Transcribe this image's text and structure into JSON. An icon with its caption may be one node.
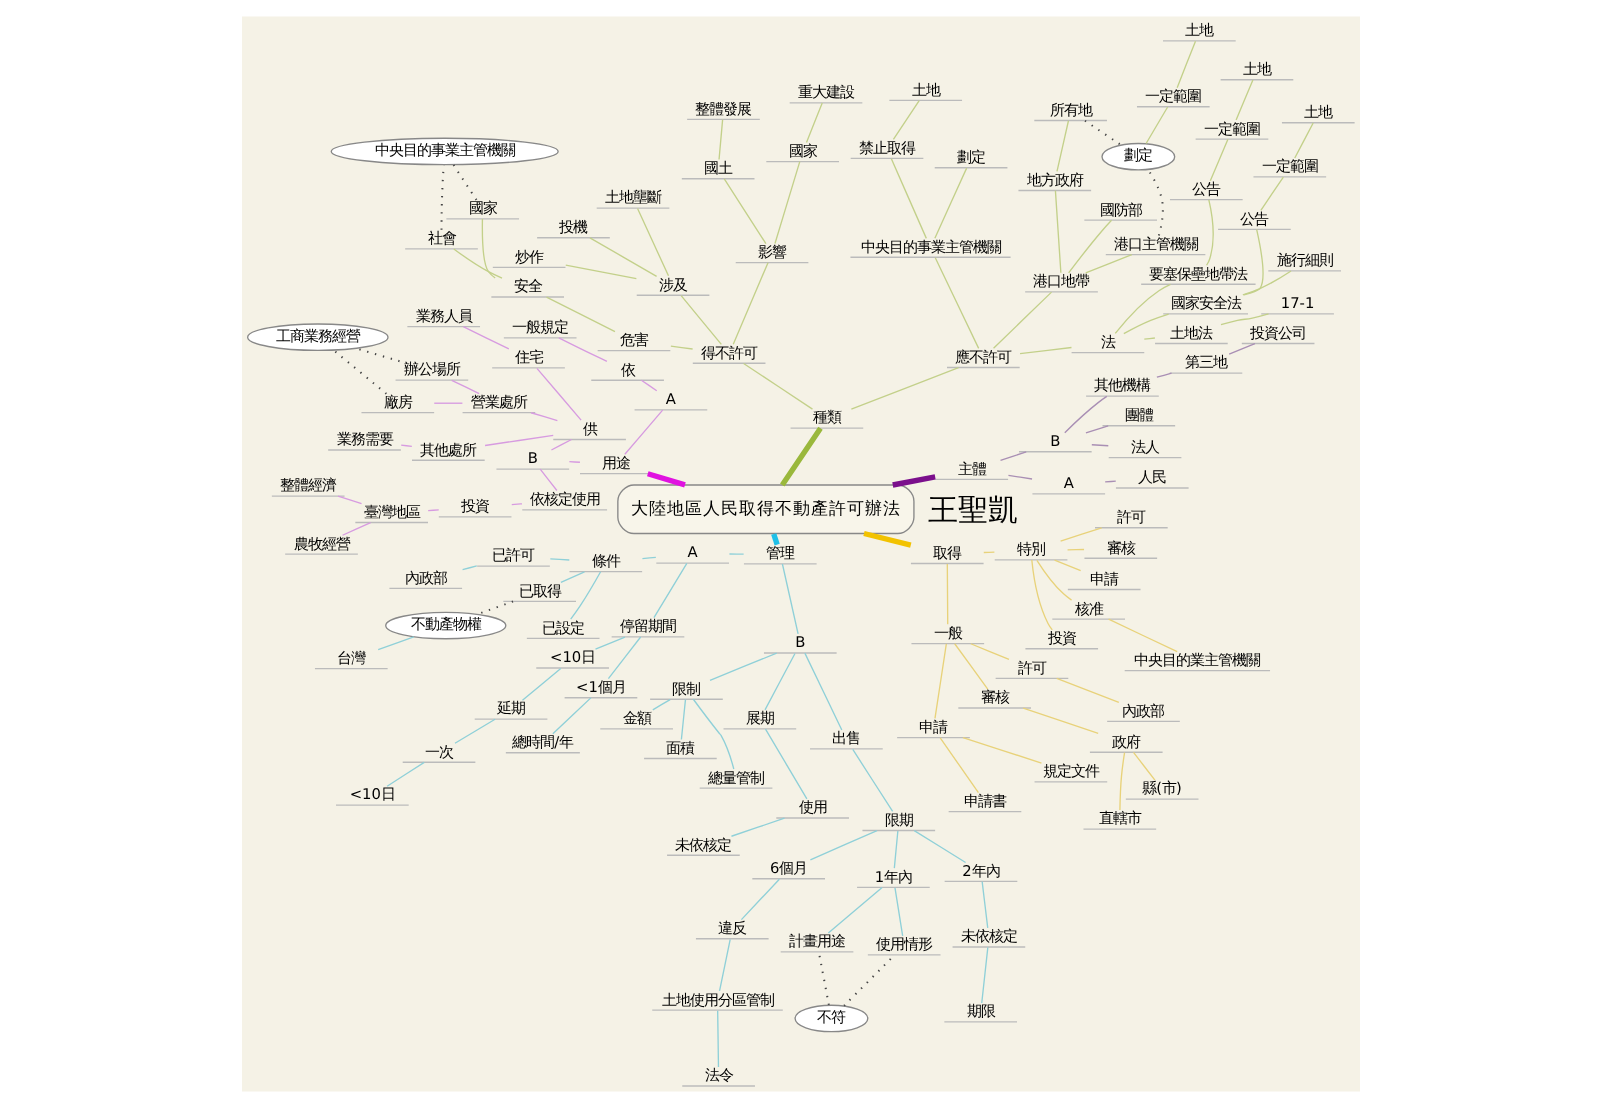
{
  "diagram": {
    "nodes": [
      {
        "text": [
          "大陸地區人民取得不動產許可辦法"
        ]
      },
      {
        "text": [
          "主體"
        ]
      },
      {
        "text": [
          "A"
        ]
      },
      {
        "text": [
          "人民"
        ]
      },
      {
        "text": [
          "B"
        ]
      },
      {
        "text": [
          "法人"
        ]
      },
      {
        "text": [
          "團體"
        ]
      },
      {
        "text": [
          "其他機構"
        ]
      },
      {
        "text": [
          "第三地"
        ]
      },
      {
        "text": [
          "投資公司"
        ]
      },
      {
        "text": [
          "種類"
        ]
      },
      {
        "text": [
          "應不許可"
        ]
      },
      {
        "text": [
          "法"
        ]
      },
      {
        "text": [
          "土地法"
        ]
      },
      {
        "text": [
          "17-1"
        ]
      },
      {
        "text": [
          "國家安全法"
        ]
      },
      {
        "text": [
          "施行細則"
        ]
      },
      {
        "text": [
          "公告"
        ]
      },
      {
        "text": [
          "一定範圍"
        ]
      },
      {
        "text": [
          "土地"
        ]
      },
      {
        "text": [
          "要塞保壘地帶法"
        ]
      },
      {
        "text": [
          "公告"
        ]
      },
      {
        "text": [
          "一定範圍"
        ]
      },
      {
        "text": [
          "土地"
        ]
      },
      {
        "text": [
          "港口地帶"
        ]
      },
      {
        "text": [
          "港口主管機關"
        ]
      },
      {
        "text": [
          "國防部"
        ]
      },
      {
        "text": [
          "地方政府"
        ]
      },
      {
        "text": [
          "所有地"
        ]
      },
      {
        "text": [
          "劃定"
        ]
      },
      {
        "text": [
          "一定範圍"
        ]
      },
      {
        "text": [
          "土地"
        ]
      },
      {
        "text": [
          "中央目的事業主管機關"
        ]
      },
      {
        "text": [
          "劃定"
        ]
      },
      {
        "text": [
          "禁止取得"
        ]
      },
      {
        "text": [
          "土地"
        ]
      },
      {
        "text": [
          "得不許可"
        ]
      },
      {
        "text": [
          "影響"
        ]
      },
      {
        "text": [
          "國家"
        ]
      },
      {
        "text": [
          "重大建設"
        ]
      },
      {
        "text": [
          "國土"
        ]
      },
      {
        "text": [
          "整體發展"
        ]
      },
      {
        "text": [
          "涉及"
        ]
      },
      {
        "text": [
          "土地壟斷"
        ]
      },
      {
        "text": [
          "投機"
        ]
      },
      {
        "text": [
          "炒作"
        ]
      },
      {
        "text": [
          "危害"
        ]
      },
      {
        "text": [
          "安全"
        ]
      },
      {
        "text": [
          "國家"
        ]
      },
      {
        "text": [
          "社會"
        ]
      },
      {
        "text": [
          "中央目的事業主管機關"
        ]
      },
      {
        "text": [
          "用途"
        ]
      },
      {
        "text": [
          "A"
        ]
      },
      {
        "text": [
          "依"
        ]
      },
      {
        "text": [
          "一般規定"
        ]
      },
      {
        "text": [
          "B"
        ]
      },
      {
        "text": [
          "供"
        ]
      },
      {
        "text": [
          "住宅"
        ]
      },
      {
        "text": [
          "業務人員"
        ]
      },
      {
        "text": [
          "營業處所"
        ]
      },
      {
        "text": [
          "辦公場所"
        ]
      },
      {
        "text": [
          "廠房"
        ]
      },
      {
        "text": [
          "工商業務經營"
        ]
      },
      {
        "text": [
          "其他處所"
        ]
      },
      {
        "text": [
          "業務需要"
        ]
      },
      {
        "text": [
          "依核定使用"
        ]
      },
      {
        "text": [
          "投資"
        ]
      },
      {
        "text": [
          "臺灣地區"
        ]
      },
      {
        "text": [
          "整體經濟"
        ]
      },
      {
        "text": [
          "農牧經營"
        ]
      },
      {
        "text": [
          "管理"
        ]
      },
      {
        "text": [
          "A"
        ]
      },
      {
        "text": [
          "條件"
        ]
      },
      {
        "text": [
          "已許可"
        ]
      },
      {
        "text": [
          "內政部"
        ]
      },
      {
        "text": [
          "已取得"
        ]
      },
      {
        "text": [
          "已設定"
        ]
      },
      {
        "text": [
          "不動產物權"
        ]
      },
      {
        "text": [
          "台灣"
        ]
      },
      {
        "text": [
          "停留期間"
        ]
      },
      {
        "text": [
          "<10日"
        ]
      },
      {
        "text": [
          "延期"
        ]
      },
      {
        "text": [
          "一次"
        ]
      },
      {
        "text": [
          "<10日"
        ]
      },
      {
        "text": [
          "<1個月"
        ]
      },
      {
        "text": [
          "總時間/年"
        ]
      },
      {
        "text": [
          "B"
        ]
      },
      {
        "text": [
          "限制"
        ]
      },
      {
        "text": [
          "金額"
        ]
      },
      {
        "text": [
          "面積"
        ]
      },
      {
        "text": [
          "總量管制"
        ]
      },
      {
        "text": [
          "展期"
        ]
      },
      {
        "text": [
          "使用"
        ]
      },
      {
        "text": [
          "未依核定"
        ]
      },
      {
        "text": [
          "出售"
        ]
      },
      {
        "text": [
          "限期"
        ]
      },
      {
        "text": [
          "6個月"
        ]
      },
      {
        "text": [
          "違反"
        ]
      },
      {
        "text": [
          "土地使用分區管制"
        ]
      },
      {
        "text": [
          "法令"
        ]
      },
      {
        "text": [
          "1年內"
        ]
      },
      {
        "text": [
          "計畫用途"
        ]
      },
      {
        "text": [
          "使用情形"
        ]
      },
      {
        "text": [
          "不符"
        ]
      },
      {
        "text": [
          "2年內"
        ]
      },
      {
        "text": [
          "未依核定"
        ]
      },
      {
        "text": [
          "期限"
        ]
      },
      {
        "text": [
          "取得"
        ]
      },
      {
        "text": [
          "一般"
        ]
      },
      {
        "text": [
          "申請"
        ]
      },
      {
        "text": [
          "申請書"
        ]
      },
      {
        "text": [
          "規定文件"
        ]
      },
      {
        "text": [
          "審核"
        ]
      },
      {
        "text": [
          "政府"
        ]
      },
      {
        "text": [
          "直轄市"
        ]
      },
      {
        "text": [
          "縣(市)"
        ]
      },
      {
        "text": [
          "許可"
        ]
      },
      {
        "text": [
          "內政部"
        ]
      },
      {
        "text": [
          "特別"
        ]
      },
      {
        "text": [
          "投資"
        ]
      },
      {
        "text": [
          "核准"
        ]
      },
      {
        "text": [
          "中央目的業主管機關"
        ]
      },
      {
        "text": [
          "申請"
        ]
      },
      {
        "text": [
          "審核"
        ]
      },
      {
        "text": [
          "許可"
        ]
      }
    ],
    "edges": [
      {
        "from": 0,
        "to": 1,
        "arrow": "none",
        "style": "thick",
        "color": "#7b0f8c"
      },
      {
        "from": 1,
        "to": 2,
        "arrow": "none",
        "color": "#a98fb4"
      },
      {
        "from": 2,
        "to": 3,
        "arrow": "none",
        "color": "#a98fb4"
      },
      {
        "from": 1,
        "to": 4,
        "arrow": "none",
        "color": "#a98fb4"
      },
      {
        "from": 4,
        "to": 5,
        "arrow": "none",
        "color": "#a98fb4"
      },
      {
        "from": 4,
        "to": 6,
        "arrow": "none",
        "color": "#a98fb4"
      },
      {
        "from": 4,
        "to": 7,
        "arrow": "none",
        "color": "#a98fb4"
      },
      {
        "from": 7,
        "to": 8,
        "arrow": "none",
        "color": "#a98fb4"
      },
      {
        "from": 8,
        "to": 9,
        "arrow": "none",
        "color": "#a98fb4"
      },
      {
        "from": 0,
        "to": 10,
        "arrow": "none",
        "style": "thick",
        "color": "#9ab83c"
      },
      {
        "from": 10,
        "to": 11,
        "arrow": "none",
        "color": "#c3d08a"
      },
      {
        "from": 11,
        "to": 12,
        "arrow": "none",
        "color": "#c3d08a"
      },
      {
        "from": 12,
        "to": 13,
        "arrow": "none",
        "color": "#c3d08a"
      },
      {
        "from": 13,
        "to": 14,
        "arrow": "none",
        "color": "#c3d08a"
      },
      {
        "from": 12,
        "to": 15,
        "arrow": "none",
        "color": "#c3d08a"
      },
      {
        "from": 15,
        "to": 16,
        "arrow": "none",
        "color": "#c3d08a"
      },
      {
        "from": 15,
        "to": 17,
        "arrow": "none",
        "color": "#c3d08a"
      },
      {
        "from": 17,
        "to": 18,
        "arrow": "none",
        "color": "#c3d08a"
      },
      {
        "from": 18,
        "to": 19,
        "arrow": "none",
        "color": "#c3d08a"
      },
      {
        "from": 12,
        "to": 20,
        "arrow": "none",
        "color": "#c3d08a"
      },
      {
        "from": 20,
        "to": 21,
        "arrow": "none",
        "color": "#c3d08a"
      },
      {
        "from": 21,
        "to": 22,
        "arrow": "none",
        "color": "#c3d08a"
      },
      {
        "from": 22,
        "to": 23,
        "arrow": "none",
        "color": "#c3d08a"
      },
      {
        "from": 11,
        "to": 24,
        "arrow": "none",
        "color": "#c3d08a"
      },
      {
        "from": 24,
        "to": 25,
        "arrow": "none",
        "color": "#c3d08a"
      },
      {
        "from": 24,
        "to": 26,
        "arrow": "none",
        "color": "#c3d08a"
      },
      {
        "from": 24,
        "to": 27,
        "arrow": "none",
        "color": "#c3d08a"
      },
      {
        "from": 27,
        "to": 28,
        "arrow": "none",
        "color": "#c3d08a"
      },
      {
        "from": 25,
        "to": 29,
        "arrow": "none",
        "style": "dashed",
        "color": "#444444"
      },
      {
        "from": 28,
        "to": 29,
        "arrow": "none",
        "style": "dashed",
        "color": "#444444"
      },
      {
        "from": 29,
        "to": 30,
        "arrow": "none",
        "color": "#c3d08a"
      },
      {
        "from": 30,
        "to": 31,
        "arrow": "none",
        "color": "#c3d08a"
      },
      {
        "from": 11,
        "to": 32,
        "arrow": "none",
        "color": "#c3d08a"
      },
      {
        "from": 32,
        "to": 33,
        "arrow": "none",
        "color": "#c3d08a"
      },
      {
        "from": 32,
        "to": 34,
        "arrow": "none",
        "color": "#c3d08a"
      },
      {
        "from": 34,
        "to": 35,
        "arrow": "none",
        "color": "#c3d08a"
      },
      {
        "from": 10,
        "to": 36,
        "arrow": "none",
        "color": "#c3d08a"
      },
      {
        "from": 36,
        "to": 37,
        "arrow": "none",
        "color": "#c3d08a"
      },
      {
        "from": 37,
        "to": 38,
        "arrow": "none",
        "color": "#c3d08a"
      },
      {
        "from": 38,
        "to": 39,
        "arrow": "none",
        "color": "#c3d08a"
      },
      {
        "from": 37,
        "to": 40,
        "arrow": "none",
        "color": "#c3d08a"
      },
      {
        "from": 40,
        "to": 41,
        "arrow": "none",
        "color": "#c3d08a"
      },
      {
        "from": 36,
        "to": 42,
        "arrow": "none",
        "color": "#c3d08a"
      },
      {
        "from": 42,
        "to": 43,
        "arrow": "none",
        "color": "#c3d08a"
      },
      {
        "from": 42,
        "to": 44,
        "arrow": "none",
        "color": "#c3d08a"
      },
      {
        "from": 42,
        "to": 45,
        "arrow": "none",
        "color": "#c3d08a"
      },
      {
        "from": 36,
        "to": 46,
        "arrow": "none",
        "color": "#c3d08a"
      },
      {
        "from": 46,
        "to": 47,
        "arrow": "none",
        "color": "#c3d08a"
      },
      {
        "from": 47,
        "to": 48,
        "arrow": "none",
        "color": "#c3d08a"
      },
      {
        "from": 47,
        "to": 49,
        "arrow": "none",
        "color": "#c3d08a"
      },
      {
        "from": 48,
        "to": 50,
        "arrow": "none",
        "style": "dashed",
        "color": "#444444"
      },
      {
        "from": 49,
        "to": 50,
        "arrow": "none",
        "style": "dashed",
        "color": "#444444"
      },
      {
        "from": 0,
        "to": 51,
        "arrow": "none",
        "style": "thick",
        "color": "#e012e0"
      },
      {
        "from": 51,
        "to": 52,
        "arrow": "none",
        "color": "#d79be0"
      },
      {
        "from": 52,
        "to": 53,
        "arrow": "none",
        "color": "#d79be0"
      },
      {
        "from": 53,
        "to": 54,
        "arrow": "none",
        "color": "#d79be0"
      },
      {
        "from": 51,
        "to": 55,
        "arrow": "none",
        "color": "#d79be0"
      },
      {
        "from": 55,
        "to": 56,
        "arrow": "none",
        "color": "#d79be0"
      },
      {
        "from": 56,
        "to": 57,
        "arrow": "none",
        "color": "#d79be0"
      },
      {
        "from": 57,
        "to": 58,
        "arrow": "none",
        "color": "#d79be0"
      },
      {
        "from": 56,
        "to": 59,
        "arrow": "none",
        "color": "#d79be0"
      },
      {
        "from": 59,
        "to": 60,
        "arrow": "none",
        "color": "#d79be0"
      },
      {
        "from": 59,
        "to": 61,
        "arrow": "none",
        "color": "#d79be0"
      },
      {
        "from": 60,
        "to": 62,
        "arrow": "none",
        "style": "dashed",
        "color": "#444444"
      },
      {
        "from": 61,
        "to": 62,
        "arrow": "none",
        "style": "dashed",
        "color": "#444444"
      },
      {
        "from": 56,
        "to": 63,
        "arrow": "none",
        "color": "#d79be0"
      },
      {
        "from": 63,
        "to": 64,
        "arrow": "none",
        "color": "#d79be0"
      },
      {
        "from": 55,
        "to": 65,
        "arrow": "none",
        "color": "#d79be0"
      },
      {
        "from": 65,
        "to": 66,
        "arrow": "none",
        "color": "#d79be0"
      },
      {
        "from": 66,
        "to": 67,
        "arrow": "none",
        "color": "#d79be0"
      },
      {
        "from": 67,
        "to": 68,
        "arrow": "none",
        "color": "#d79be0"
      },
      {
        "from": 67,
        "to": 69,
        "arrow": "none",
        "color": "#d79be0"
      },
      {
        "from": 0,
        "to": 70,
        "arrow": "none",
        "style": "thick",
        "color": "#1fc0e8"
      },
      {
        "from": 70,
        "to": 71,
        "arrow": "none",
        "color": "#8fd0d8"
      },
      {
        "from": 71,
        "to": 72,
        "arrow": "none",
        "color": "#8fd0d8"
      },
      {
        "from": 72,
        "to": 73,
        "arrow": "none",
        "color": "#8fd0d8"
      },
      {
        "from": 73,
        "to": 74,
        "arrow": "none",
        "color": "#8fd0d8"
      },
      {
        "from": 72,
        "to": 75,
        "arrow": "none",
        "color": "#8fd0d8"
      },
      {
        "from": 72,
        "to": 76,
        "arrow": "none",
        "color": "#8fd0d8"
      },
      {
        "from": 75,
        "to": 77,
        "arrow": "none",
        "style": "dashed",
        "color": "#444444"
      },
      {
        "from": 77,
        "to": 78,
        "arrow": "none",
        "color": "#8fd0d8"
      },
      {
        "from": 71,
        "to": 79,
        "arrow": "none",
        "color": "#8fd0d8"
      },
      {
        "from": 79,
        "to": 80,
        "arrow": "none",
        "color": "#8fd0d8"
      },
      {
        "from": 80,
        "to": 81,
        "arrow": "none",
        "color": "#8fd0d8"
      },
      {
        "from": 81,
        "to": 82,
        "arrow": "none",
        "color": "#8fd0d8"
      },
      {
        "from": 82,
        "to": 83,
        "arrow": "none",
        "color": "#8fd0d8"
      },
      {
        "from": 79,
        "to": 84,
        "arrow": "none",
        "color": "#8fd0d8"
      },
      {
        "from": 84,
        "to": 85,
        "arrow": "none",
        "color": "#8fd0d8"
      },
      {
        "from": 70,
        "to": 86,
        "arrow": "none",
        "color": "#8fd0d8"
      },
      {
        "from": 86,
        "to": 87,
        "arrow": "none",
        "color": "#8fd0d8"
      },
      {
        "from": 87,
        "to": 88,
        "arrow": "none",
        "color": "#8fd0d8"
      },
      {
        "from": 87,
        "to": 89,
        "arrow": "none",
        "color": "#8fd0d8"
      },
      {
        "from": 87,
        "to": 90,
        "arrow": "none",
        "color": "#8fd0d8"
      },
      {
        "from": 86,
        "to": 91,
        "arrow": "none",
        "color": "#8fd0d8"
      },
      {
        "from": 91,
        "to": 92,
        "arrow": "none",
        "color": "#8fd0d8"
      },
      {
        "from": 92,
        "to": 93,
        "arrow": "none",
        "color": "#8fd0d8"
      },
      {
        "from": 86,
        "to": 94,
        "arrow": "none",
        "color": "#8fd0d8"
      },
      {
        "from": 94,
        "to": 95,
        "arrow": "none",
        "color": "#8fd0d8"
      },
      {
        "from": 95,
        "to": 96,
        "arrow": "none",
        "color": "#8fd0d8"
      },
      {
        "from": 96,
        "to": 97,
        "arrow": "none",
        "color": "#8fd0d8"
      },
      {
        "from": 97,
        "to": 98,
        "arrow": "none",
        "color": "#8fd0d8"
      },
      {
        "from": 98,
        "to": 99,
        "arrow": "none",
        "color": "#8fd0d8"
      },
      {
        "from": 95,
        "to": 100,
        "arrow": "none",
        "color": "#8fd0d8"
      },
      {
        "from": 100,
        "to": 101,
        "arrow": "none",
        "color": "#8fd0d8"
      },
      {
        "from": 100,
        "to": 102,
        "arrow": "none",
        "color": "#8fd0d8"
      },
      {
        "from": 103,
        "to": 101,
        "arrow": "none",
        "style": "dashed",
        "color": "#444444"
      },
      {
        "from": 103,
        "to": 102,
        "arrow": "none",
        "style": "dashed",
        "color": "#444444"
      },
      {
        "from": 95,
        "to": 104,
        "arrow": "none",
        "color": "#8fd0d8"
      },
      {
        "from": 104,
        "to": 105,
        "arrow": "none",
        "color": "#8fd0d8"
      },
      {
        "from": 105,
        "to": 106,
        "arrow": "none",
        "color": "#8fd0d8"
      },
      {
        "from": 0,
        "to": 107,
        "arrow": "none",
        "style": "thick",
        "color": "#f2c200"
      },
      {
        "from": 107,
        "to": 108,
        "arrow": "none",
        "color": "#e8d27a"
      },
      {
        "from": 108,
        "to": 109,
        "arrow": "none",
        "color": "#e8d27a"
      },
      {
        "from": 109,
        "to": 110,
        "arrow": "none",
        "color": "#e8d27a"
      },
      {
        "from": 109,
        "to": 111,
        "arrow": "none",
        "color": "#e8d27a"
      },
      {
        "from": 108,
        "to": 112,
        "arrow": "none",
        "color": "#e8d27a"
      },
      {
        "from": 112,
        "to": 113,
        "arrow": "none",
        "color": "#e8d27a"
      },
      {
        "from": 113,
        "to": 114,
        "arrow": "none",
        "color": "#e8d27a"
      },
      {
        "from": 113,
        "to": 115,
        "arrow": "none",
        "color": "#e8d27a"
      },
      {
        "from": 108,
        "to": 116,
        "arrow": "none",
        "color": "#e8d27a"
      },
      {
        "from": 116,
        "to": 117,
        "arrow": "none",
        "color": "#e8d27a"
      },
      {
        "from": 107,
        "to": 118,
        "arrow": "none",
        "color": "#e8d27a"
      },
      {
        "from": 118,
        "to": 119,
        "arrow": "none",
        "color": "#e8d27a"
      },
      {
        "from": 118,
        "to": 120,
        "arrow": "none",
        "color": "#e8d27a"
      },
      {
        "from": 120,
        "to": 121,
        "arrow": "none",
        "color": "#e8d27a"
      },
      {
        "from": 118,
        "to": 122,
        "arrow": "none",
        "color": "#e8d27a"
      },
      {
        "from": 118,
        "to": 123,
        "arrow": "none",
        "color": "#e8d27a"
      },
      {
        "from": 118,
        "to": 124,
        "arrow": "none",
        "color": "#e8d27a"
      }
    ],
    "labels": [
      "王聖凱"
    ]
  }
}
